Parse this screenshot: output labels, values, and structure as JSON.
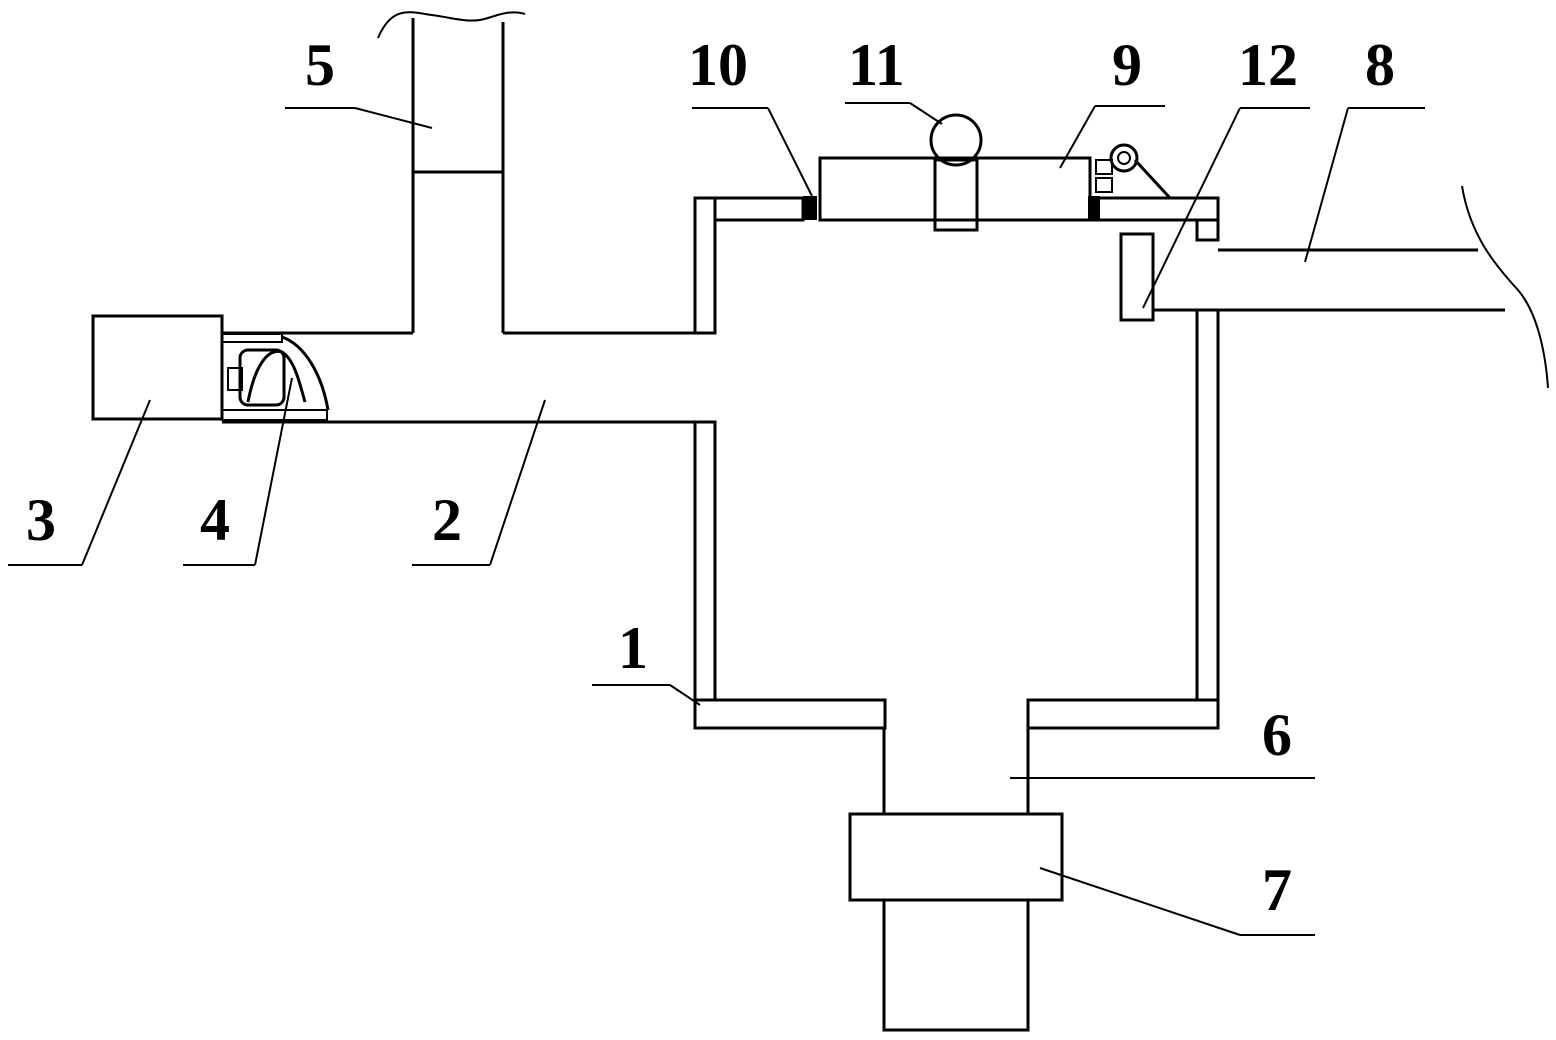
{
  "colors": {
    "stroke": "#000000",
    "background": "#ffffff"
  },
  "labels": {
    "l1": "1",
    "l2": "2",
    "l3": "3",
    "l4": "4",
    "l5": "5",
    "l6": "6",
    "l7": "7",
    "l8": "8",
    "l9": "9",
    "l10": "10",
    "l11": "11",
    "l12": "12"
  }
}
